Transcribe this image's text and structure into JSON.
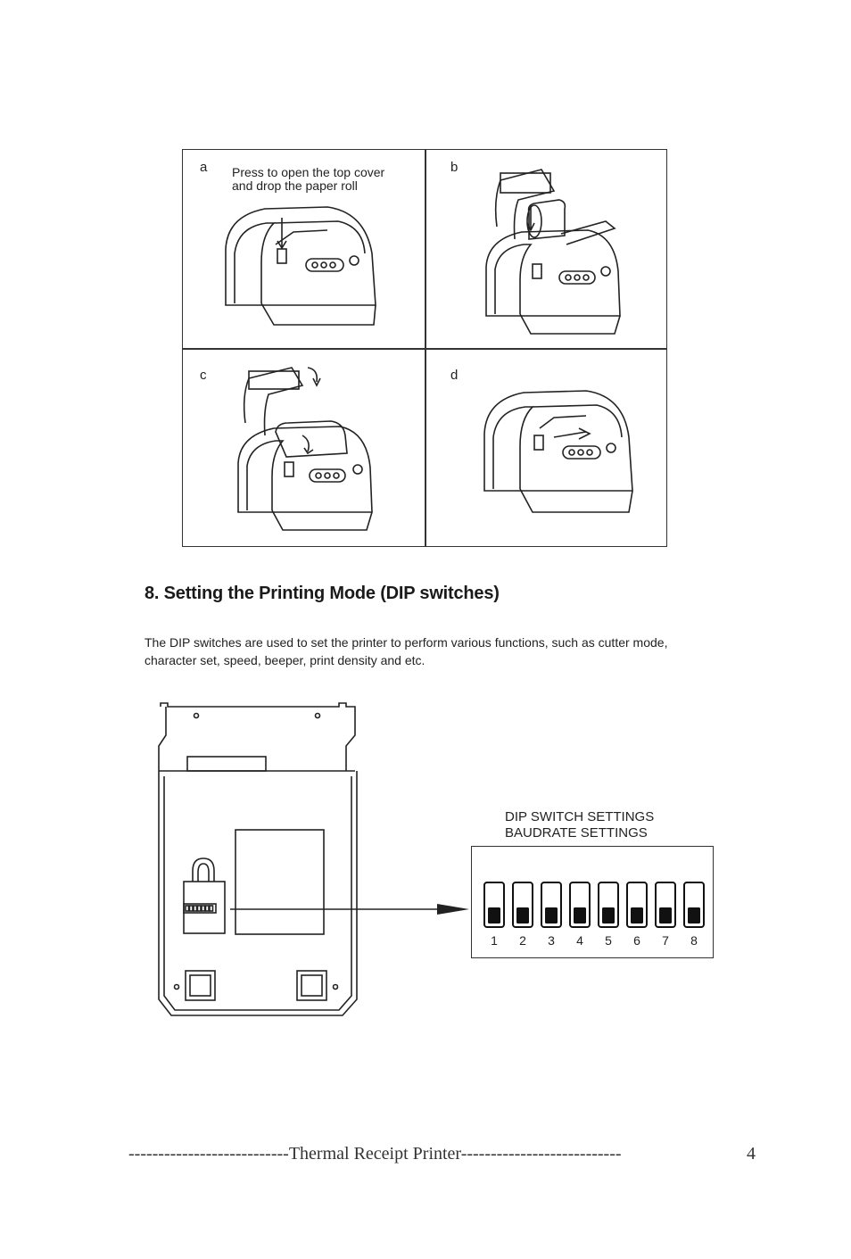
{
  "loading_steps": {
    "a_label": "a",
    "a_instruction_line1": "Press to open the top cover",
    "a_instruction_line2": "and drop the paper roll",
    "b_label": "b",
    "c_label": "c",
    "d_label": "d"
  },
  "section": {
    "heading": "8. Setting the Printing Mode (DIP switches)",
    "body_line1": "The DIP switches are used to set the printer to perform various functions, such as cutter mode,",
    "body_line2": "character set, speed, beeper, print density and etc."
  },
  "dip_diagram": {
    "title_line1": "DIP SWITCH SETTINGS",
    "title_line2": "BAUDRATE SETTINGS",
    "switch_numbers": [
      "1",
      "2",
      "3",
      "4",
      "5",
      "6",
      "7",
      "8"
    ]
  },
  "footer": {
    "left_dashes": "---------------------------",
    "title": "Thermal Receipt Printer",
    "right_dashes": "---------------------------",
    "page_number": "4"
  }
}
